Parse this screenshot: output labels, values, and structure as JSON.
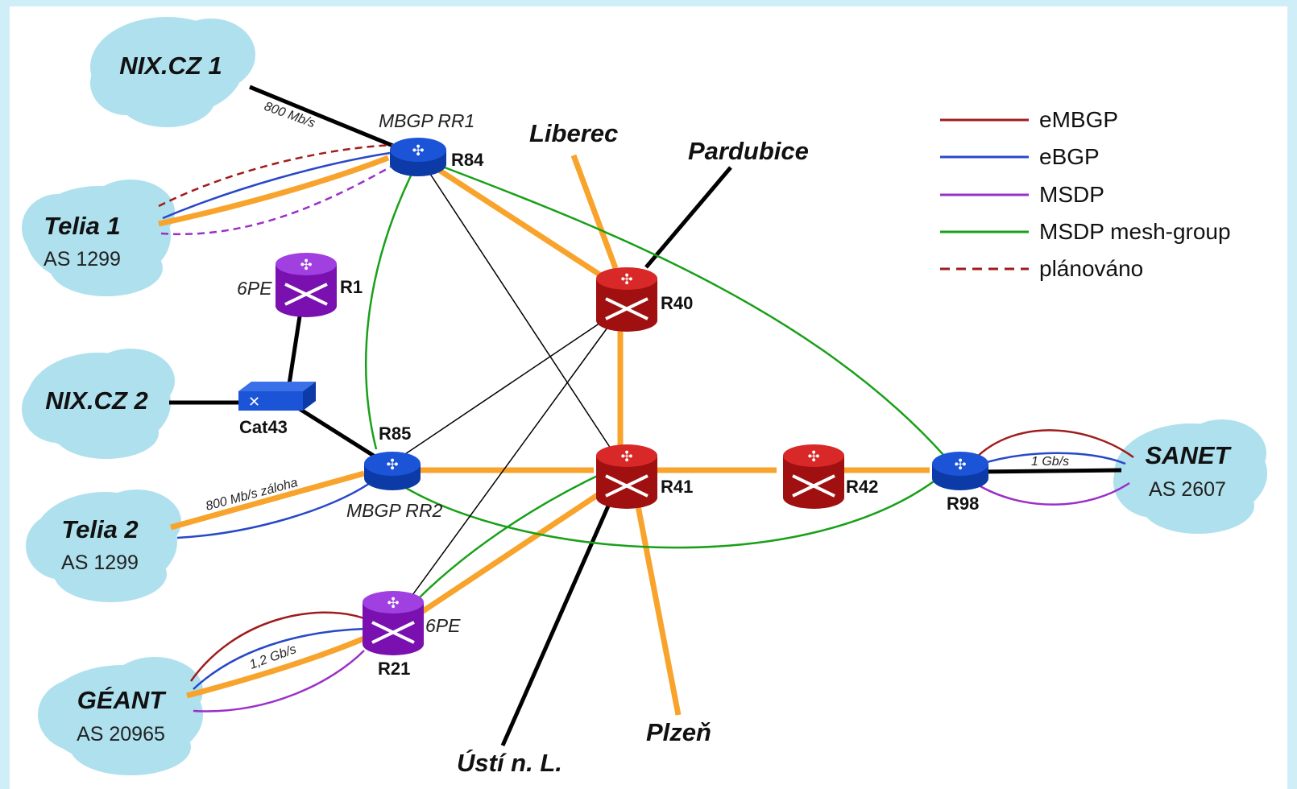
{
  "clouds": {
    "nix1": {
      "title": "NIX.CZ 1"
    },
    "telia1": {
      "title": "Telia 1",
      "as": "AS 1299"
    },
    "nix2": {
      "title": "NIX.CZ 2"
    },
    "telia2": {
      "title": "Telia 2",
      "as": "AS 1299"
    },
    "geant": {
      "title": "GÉANT",
      "as": "AS 20965"
    },
    "sanet": {
      "title": "SANET",
      "as": "AS 2607"
    }
  },
  "nodes": {
    "r84": {
      "label": "R84",
      "role": "MBGP RR1"
    },
    "r85": {
      "label": "R85",
      "role": "MBGP RR2"
    },
    "r1": {
      "label": "R1",
      "role": "6PE"
    },
    "r21": {
      "label": "R21",
      "role": "6PE"
    },
    "r40": {
      "label": "R40"
    },
    "r41": {
      "label": "R41"
    },
    "r42": {
      "label": "R42"
    },
    "r98": {
      "label": "R98"
    },
    "cat43": {
      "label": "Cat43"
    }
  },
  "cities": {
    "liberec": "Liberec",
    "pardubice": "Pardubice",
    "usti": "Ústí n. L.",
    "plzen": "Plzeň"
  },
  "link_labels": {
    "nix1_r84": "800 Mb/s",
    "telia2_r85": "800 Mb/s záloha",
    "geant_r21": "1,2 Gb/s",
    "r98_sanet": "1 Gb/s"
  },
  "legend": [
    {
      "label": "eMBGP",
      "color": "#a01c1c",
      "style": "solid"
    },
    {
      "label": "eBGP",
      "color": "#2848c8",
      "style": "solid"
    },
    {
      "label": "MSDP",
      "color": "#9a30c8",
      "style": "solid"
    },
    {
      "label": "MSDP mesh-group",
      "color": "#18a018",
      "style": "solid"
    },
    {
      "label": "plánováno",
      "color": "#a01c1c",
      "style": "dashed"
    }
  ],
  "colors": {
    "backbone": "#f8a42c",
    "border": "#d0eef8",
    "cloud": "#aee0ee",
    "router_red": "#c01818",
    "router_purple": "#8a1cc0",
    "router_blue": "#1c54d8"
  }
}
